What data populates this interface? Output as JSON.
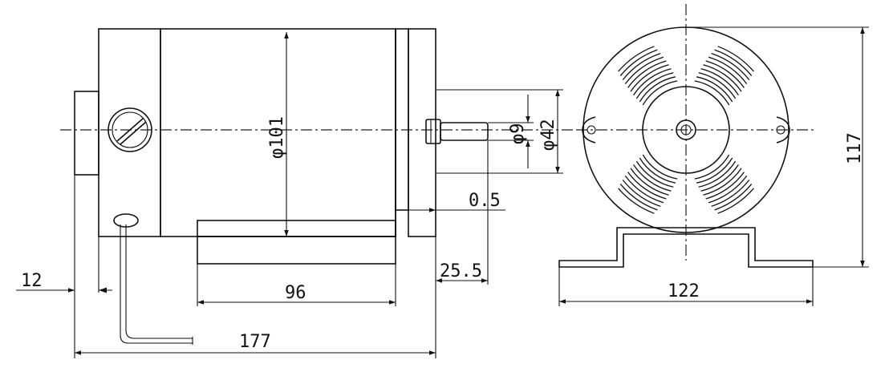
{
  "dimensions": {
    "overall_length": "177",
    "body_length": "96",
    "rear_cap": "12",
    "shaft_extension": "25.5",
    "flange_gap": "0.5",
    "body_diameter": "φ101",
    "shaft_diameter": "φ9",
    "pilot_diameter": "φ42",
    "overall_height": "117",
    "base_width": "122"
  }
}
